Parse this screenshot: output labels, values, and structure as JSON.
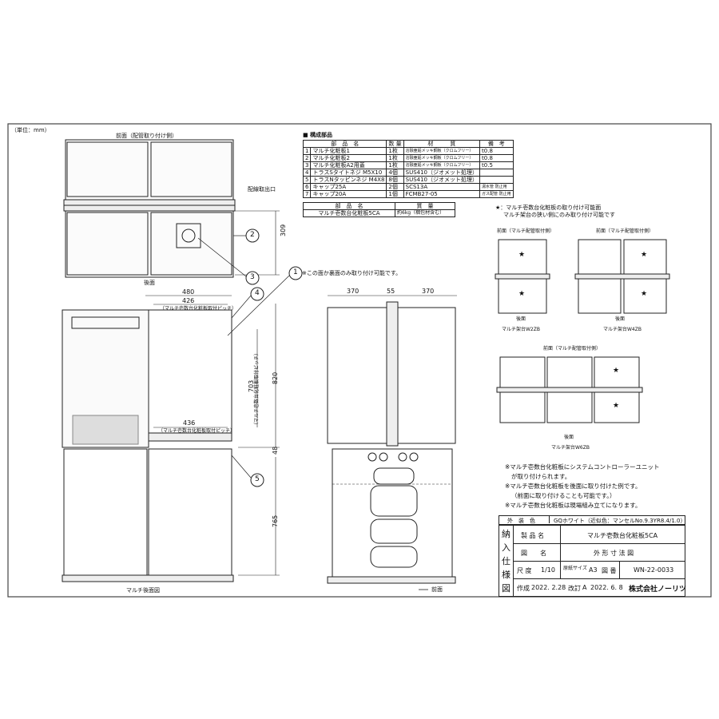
{
  "unit_note": "（単位：mm）",
  "top_view": {
    "front_label": "前面（配管取り付け側）",
    "rear_label": "後面",
    "outlet_label": "配線取出口",
    "dim_309": "309"
  },
  "rear_view": {
    "dim_480": "480",
    "dim_426": "426",
    "pitch_label_top": "（マルチ壱数台化粧板取付ピッチ）",
    "dim_436": "436",
    "pitch_label_bottom": "（マルチ壱数台化粧板取付ピッチ）",
    "dim_703": "703",
    "pitch_label_vertical": "（マルチ壱数台化粧板取付ピッチ）",
    "dim_820": "820",
    "dim_48": "48",
    "dim_765": "765",
    "caption": "マルチ後面図"
  },
  "side_view": {
    "note": "※この面か裏面のみ取り付け可能です。",
    "dim_370_left": "370",
    "dim_55": "55",
    "dim_370_right": "370",
    "front_arrow": "前面"
  },
  "callouts": [
    "1",
    "2",
    "3",
    "4",
    "5"
  ],
  "parts_table": {
    "title": "■ 構成部品",
    "headers": [
      "部　品　名",
      "数 量",
      "材　　　質",
      "備　考"
    ],
    "rows": [
      [
        "1",
        "マルチ化粧板1",
        "1枚",
        "溶融亜鉛メッキ鋼板（クロムフリー）",
        "t0.8"
      ],
      [
        "2",
        "マルチ化粧板2",
        "1枚",
        "溶融亜鉛メッキ鋼板（クロムフリー）",
        "t0.8"
      ],
      [
        "3",
        "マルチ化粧板A2用蓋",
        "1枚",
        "溶融亜鉛メッキ鋼板（クロムフリー）",
        "t0.5"
      ],
      [
        "4",
        "トラスSタイトネジ M5X10",
        "4個",
        "SUS410（ジオメット処理）",
        ""
      ],
      [
        "5",
        "トラスNタッピンネジ M4X8",
        "8個",
        "SUS410（ジオメット処理）",
        ""
      ],
      [
        "6",
        "キャップ25A",
        "2個",
        "SCS13A",
        "湯水管 防止用"
      ],
      [
        "7",
        "キャップ20A",
        "1個",
        "FCMB27-05",
        "ガス配管 防止用"
      ]
    ]
  },
  "product_table": {
    "headers": [
      "部　品　名",
      "質　量"
    ],
    "row": [
      "マルチ壱数台化粧板5CA",
      "約6kg（梱包材含む）"
    ]
  },
  "mount_note": {
    "line1": "★：マルチ壱数台化粧板の取り付け可能面",
    "line2": "マルチ架台の狭い側にのみ取り付け可能です"
  },
  "frames": {
    "w2zb": {
      "front": "前面（マルチ配管取付側）",
      "rear": "後面",
      "name": "マルチ架台W2ZB"
    },
    "w4zb": {
      "front": "前面（マルチ配管取付側）",
      "rear": "後面",
      "name": "マルチ架台W4ZB"
    },
    "w6zb": {
      "front": "前面（マルチ配管取付側）",
      "rear": "後面",
      "name": "マルチ架台W6ZB"
    }
  },
  "star": "★",
  "notes": [
    "※マルチ壱数台化粧板にシステムコントローラーユニット",
    "が取り付けられます。",
    "※マルチ壱数台化粧板を後面に取り付けた例です。",
    "（前面に取り付けることも可能です。）",
    "※マルチ壱数台化粧板は現場組み立てになります。"
  ],
  "surface": {
    "label": "外　装　色",
    "value": "GQホワイト（近似色：マンセルNo.9.3YR8.4/1.0）"
  },
  "title_block": {
    "side_chars": [
      "納",
      "入",
      "仕",
      "様",
      "図"
    ],
    "product_label": "製 品 名",
    "product_value": "マルチ壱数台化粧板5CA",
    "drawing_label": "図　　名",
    "drawing_value": "外 形 寸 法 図",
    "scale_label": "尺 度",
    "scale_value": "1/10",
    "paper_label": "原紙サイズ",
    "paper_value": "A3",
    "number_label": "図 番",
    "number_value": "WN-22-0033",
    "created_label": "作成",
    "created_value": "2022. 2.28",
    "revised_label": "改訂",
    "revised_value": "A",
    "revised_date": "2022. 6. 8",
    "company": "株式会社ノーリツ"
  }
}
